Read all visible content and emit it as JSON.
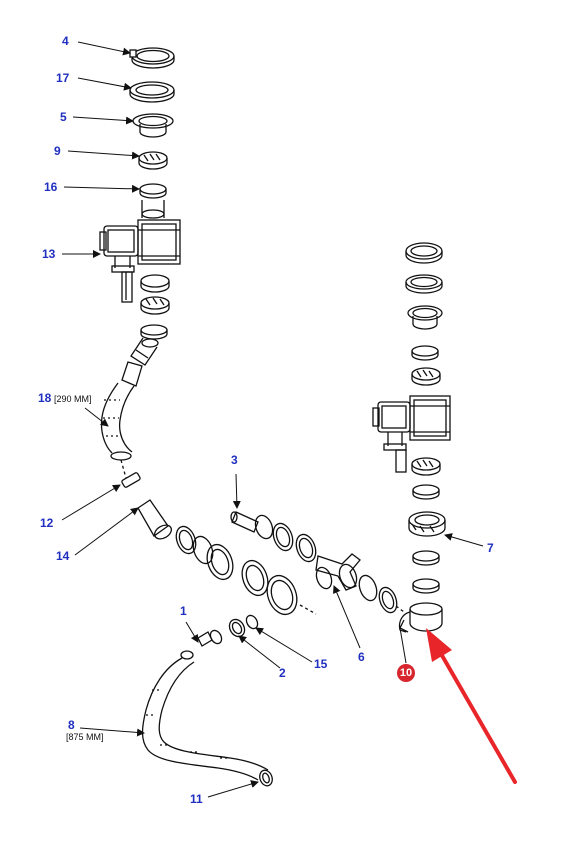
{
  "colors": {
    "callout": "#1f2fbf",
    "line": "#111111",
    "highlight": "#d7262e",
    "arrow": "#e8262a"
  },
  "callouts": [
    {
      "id": "4",
      "label": "4"
    },
    {
      "id": "17",
      "label": "17"
    },
    {
      "id": "5",
      "label": "5"
    },
    {
      "id": "9",
      "label": "9"
    },
    {
      "id": "16",
      "label": "16"
    },
    {
      "id": "13",
      "label": "13"
    },
    {
      "id": "18",
      "label": "18",
      "note": "[290 MM]"
    },
    {
      "id": "3",
      "label": "3"
    },
    {
      "id": "12",
      "label": "12"
    },
    {
      "id": "14",
      "label": "14"
    },
    {
      "id": "7",
      "label": "7"
    },
    {
      "id": "1",
      "label": "1"
    },
    {
      "id": "6",
      "label": "6"
    },
    {
      "id": "15",
      "label": "15"
    },
    {
      "id": "2",
      "label": "2"
    },
    {
      "id": "8",
      "label": "8",
      "note": "[875 MM]"
    },
    {
      "id": "11",
      "label": "11"
    }
  ],
  "highlighted_callout": {
    "label": "10"
  }
}
